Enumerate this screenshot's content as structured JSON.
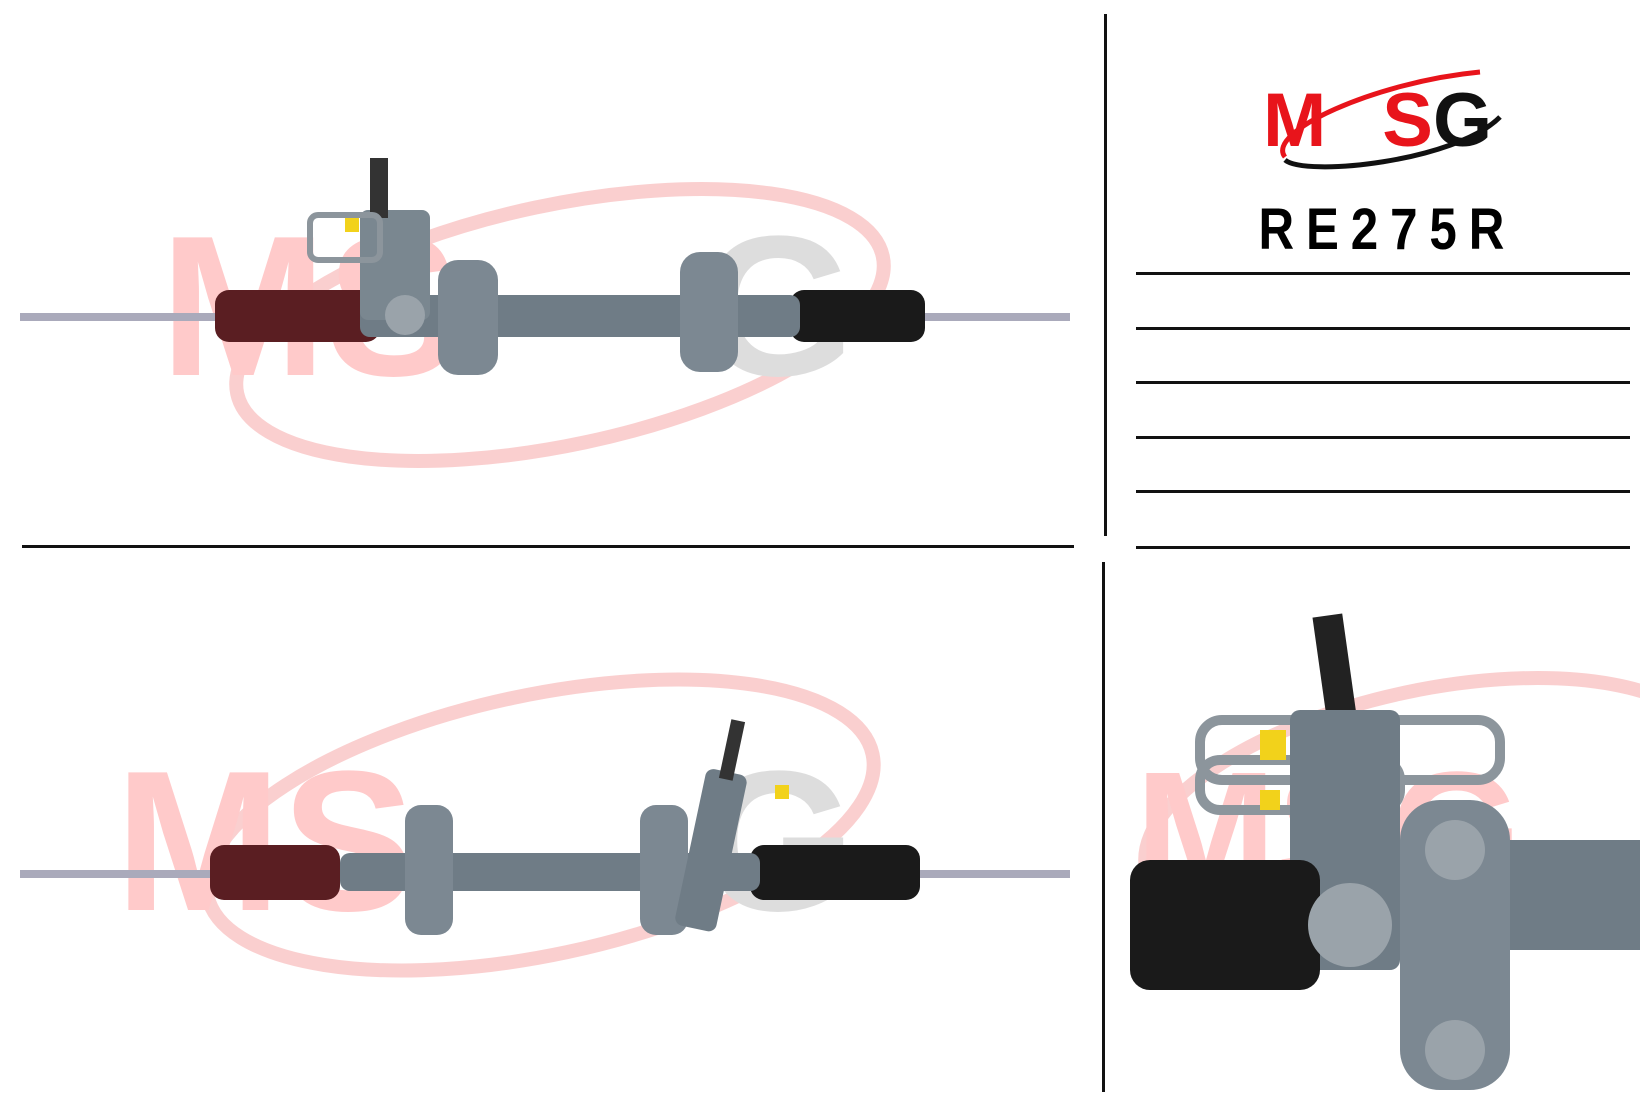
{
  "brand": {
    "logo_text": "MSG",
    "accent_color": "#e8141b",
    "dark_color": "#111111"
  },
  "part_number": "RE275R",
  "spec_lines_count": 6,
  "views": [
    {
      "name": "top-view",
      "watermark": "MSG"
    },
    {
      "name": "bottom-view",
      "watermark": "MSG"
    },
    {
      "name": "detail-view",
      "watermark": "MSG"
    }
  ]
}
